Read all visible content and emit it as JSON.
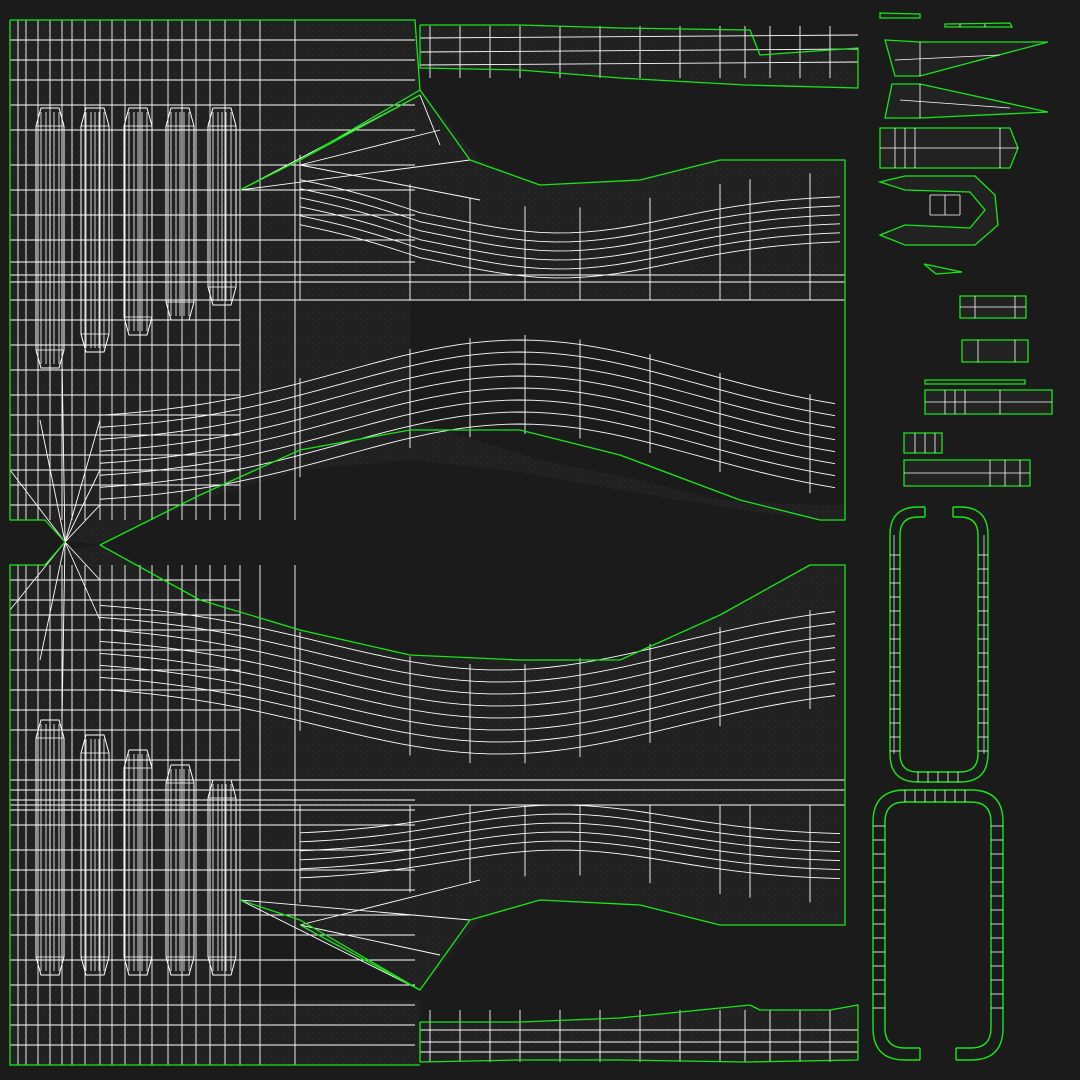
{
  "colors": {
    "background": "#1b1b1b",
    "island_fill": "#222222",
    "island_texture": "#2e2e2e",
    "border_edge": "#19e619",
    "wire_edge": "#ffffff"
  },
  "diagram": {
    "type": "uv-layout-wireframe",
    "main_island_count": 1,
    "small_island_count": 16,
    "elongated_pads_per_half": 5
  }
}
